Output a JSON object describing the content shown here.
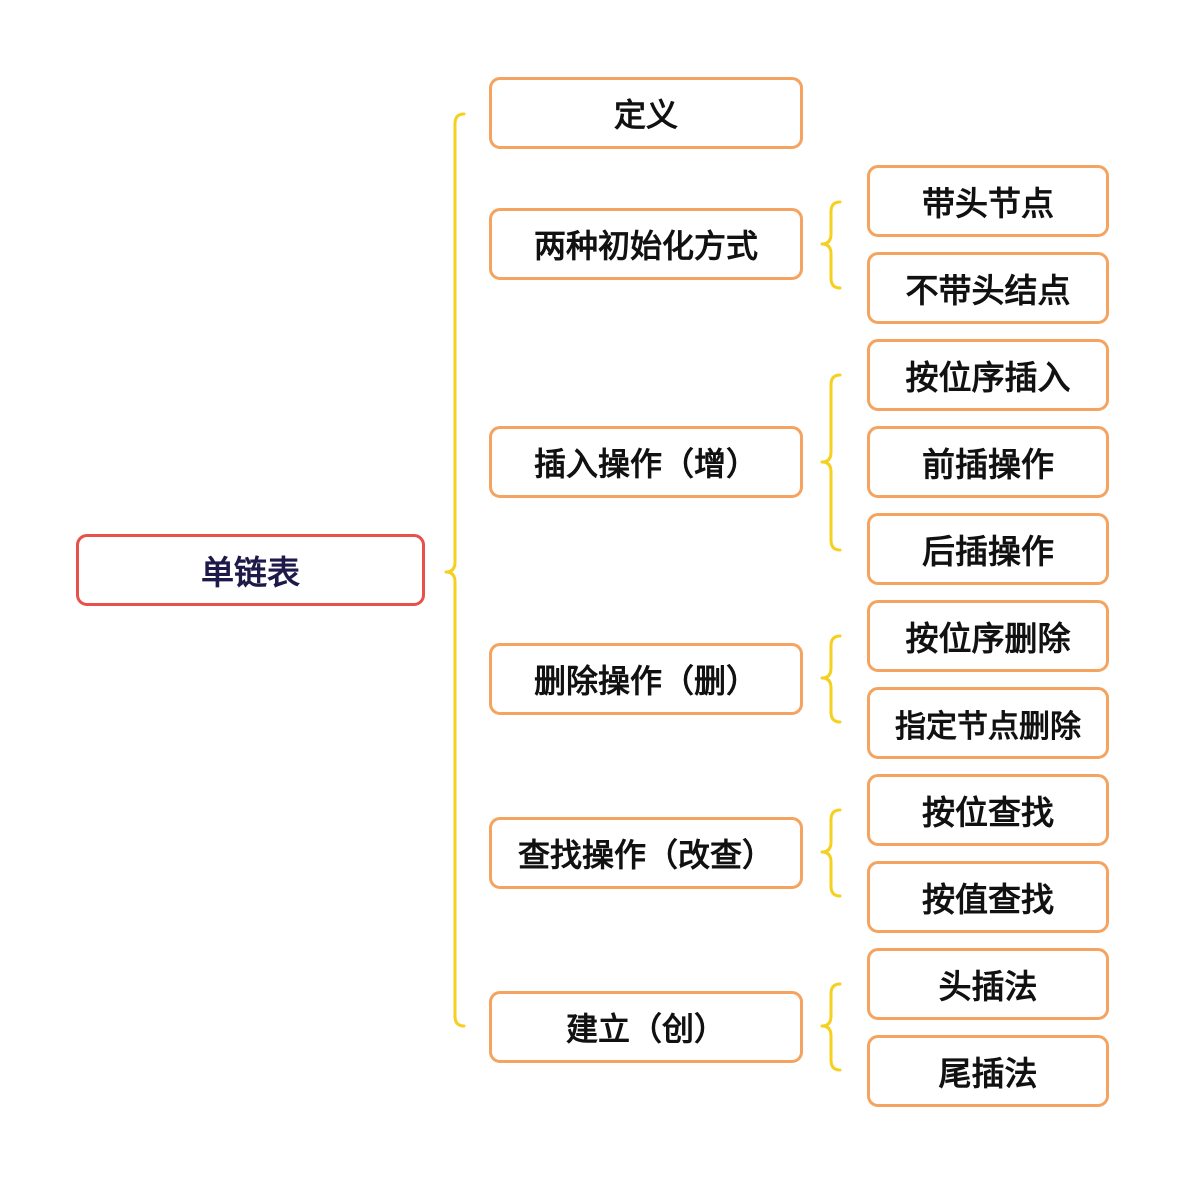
{
  "diagram": {
    "root": {
      "label": "单链表"
    },
    "branches": [
      {
        "label": "定义",
        "children": []
      },
      {
        "label": "两种初始化方式",
        "children": [
          "带头节点",
          "不带头结点"
        ]
      },
      {
        "label": "插入操作（增）",
        "children": [
          "按位序插入",
          "前插操作",
          "后插操作"
        ]
      },
      {
        "label": "删除操作（删）",
        "children": [
          "按位序删除",
          "指定节点删除"
        ]
      },
      {
        "label": "查找操作（改查）",
        "children": [
          "按位查找",
          "按值查找"
        ]
      },
      {
        "label": "建立（创）",
        "children": [
          "头插法",
          "尾插法"
        ]
      }
    ],
    "colors": {
      "root_border": "#e8504a",
      "node_border": "#f4a460",
      "connector": "#f5d020",
      "root_text": "#1d1a4a",
      "node_text": "#111111"
    }
  }
}
